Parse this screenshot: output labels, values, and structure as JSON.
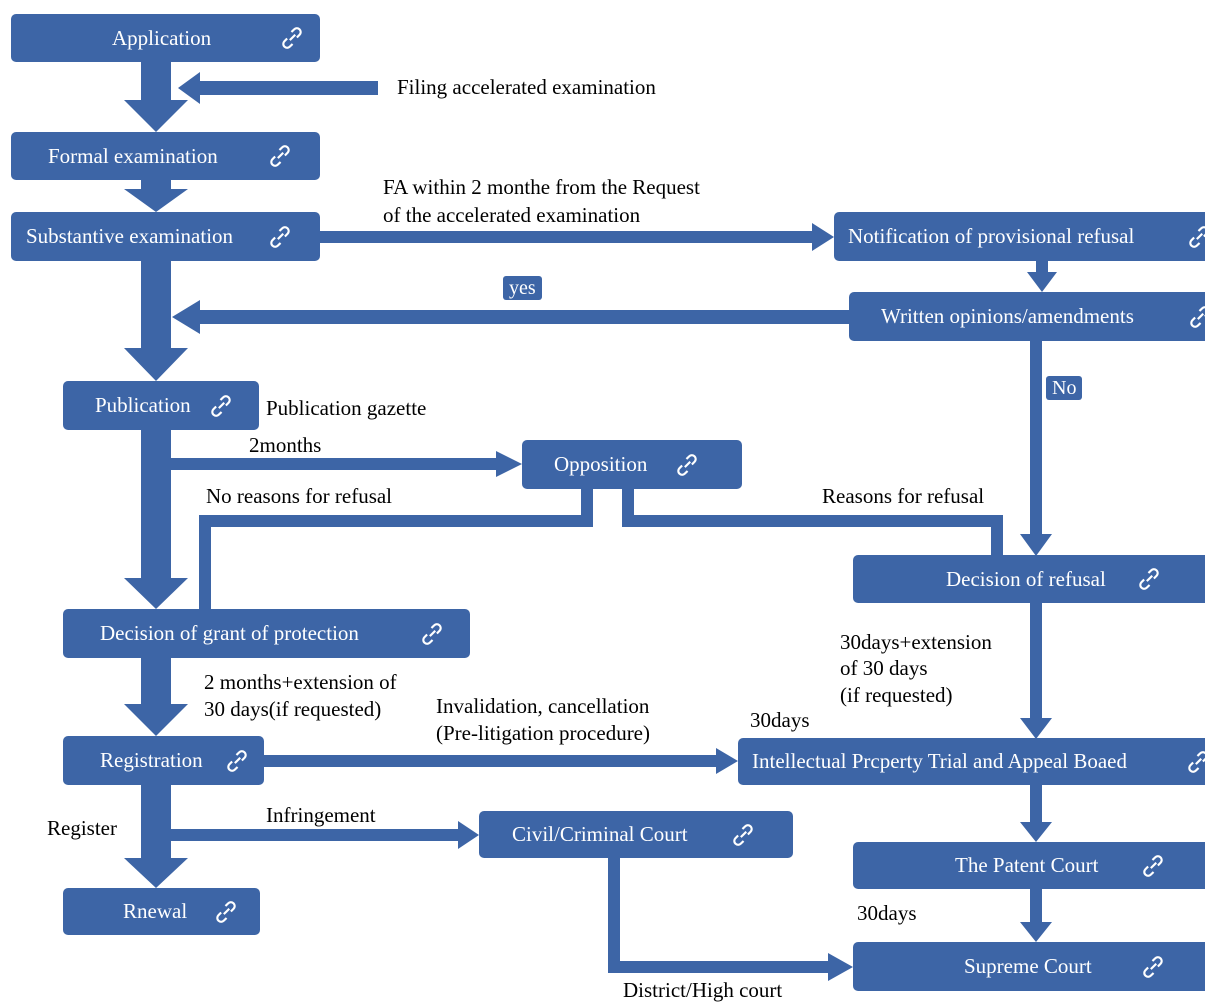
{
  "nodes": {
    "application": "Application",
    "formal_examination": "Formal examination",
    "substantive_examination": "Substantive examination",
    "notification_provisional_refusal": "Notification of provisional refusal",
    "written_opinions": "Written opinions/amendments",
    "publication": "Publication",
    "opposition": "Opposition",
    "decision_of_refusal": "Decision of refusal",
    "decision_of_grant": "Decision of grant of protection",
    "registration": "Registration",
    "ip_trial_board": "Intellectual Prcperty Trial and Appeal Boaed",
    "civil_criminal_court": "Civil/Criminal Court",
    "patent_court": "The Patent Court",
    "renewal": "Rnewal",
    "supreme_court": "Supreme Court"
  },
  "labels": {
    "filing_accelerated": "Filing accelerated examination",
    "fa_line1": "FA within 2 monthe from the Request",
    "fa_line2": "of the accelerated examination",
    "yes": "yes",
    "no": "No",
    "publication_gazette": "Publication gazette",
    "two_months": "2months",
    "no_reasons_refusal": "No reasons for refusal",
    "reasons_refusal": "Reasons for refusal",
    "refusal_appeal_line1": "30days+extension",
    "refusal_appeal_line2": "of 30 days",
    "refusal_appeal_line3": "(if requested)",
    "grant_period_line1": "2 months+extension of",
    "grant_period_line2": "30 days(if requested)",
    "invalidation_line1": "Invalidation, cancellation",
    "invalidation_line2": "(Pre-litigation procedure)",
    "thirty_days_board": "30days",
    "infringement": "Infringement",
    "register": "Register",
    "thirty_days_supreme": "30days",
    "district_high_court": "District/High court"
  },
  "icons": {
    "node_link": "link-icon"
  },
  "colors": {
    "node_fill": "#3D65A6",
    "arrow": "#3D65A6",
    "node_text": "#FFFFFF",
    "label_text": "#000000"
  }
}
